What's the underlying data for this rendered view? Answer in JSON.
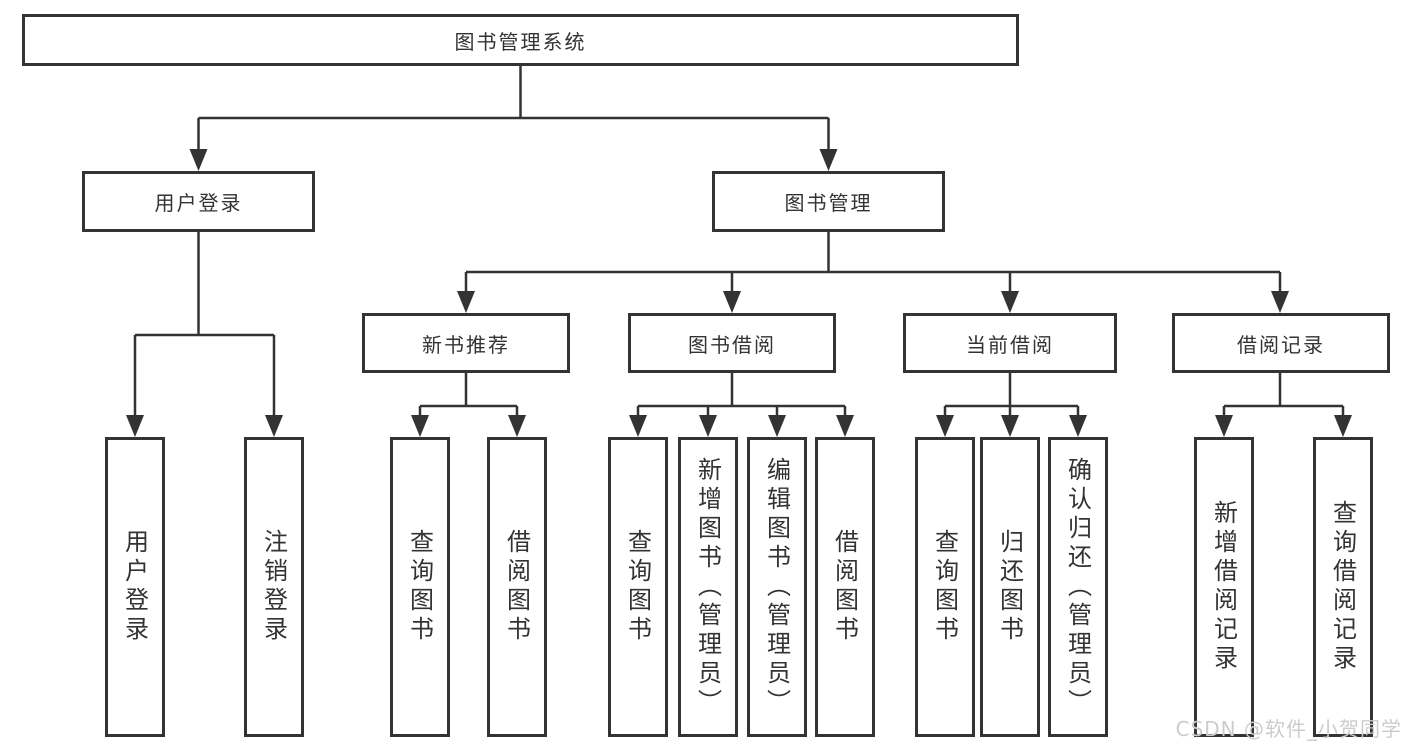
{
  "diagram": {
    "nodes": {
      "root": "图书管理系统",
      "user_login": "用户登录",
      "book_mgmt": "图书管理",
      "new_book_rec": "新书推荐",
      "book_borrow": "图书借阅",
      "current_borrow": "当前借阅",
      "borrow_records": "借阅记录",
      "leaf_user_login": "用户登录",
      "leaf_logout": "注销登录",
      "leaf_rec_query_book": "查询图书",
      "leaf_rec_borrow_book": "借阅图书",
      "leaf_bb_query_book": "查询图书",
      "leaf_bb_add_book": "新增图书（管理员）",
      "leaf_bb_edit_book": "编辑图书（管理员）",
      "leaf_bb_borrow_book": "借阅图书",
      "leaf_cb_query_book": "查询图书",
      "leaf_cb_return_book": "归还图书",
      "leaf_cb_confirm_return": "确认归还（管理员）",
      "leaf_br_add_record": "新增借阅记录",
      "leaf_br_query_record": "查询借阅记录"
    }
  },
  "watermark": {
    "text": "CSDN @软件_小贺同学"
  },
  "colors": {
    "line": "#333333",
    "border": "#333333",
    "text": "#333333",
    "background": "#ffffff",
    "watermark": "#cccccc"
  }
}
